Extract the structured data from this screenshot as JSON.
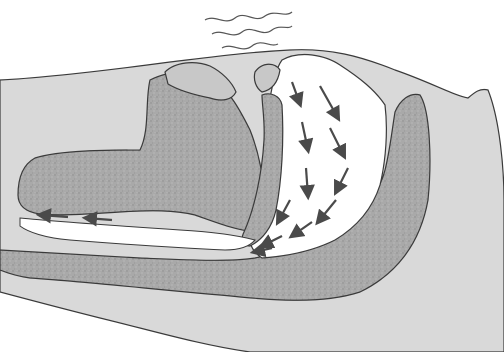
{
  "diagram": {
    "colors": {
      "background": "#ffffff",
      "skin": "#d9d9d9",
      "tissue": "#a8a8a8",
      "airway": "#ffffff",
      "outline": "#3a3a3a",
      "arrow": "#4a4a4a"
    },
    "arrows_inward": 11,
    "arrows_outward": 2,
    "arrow_direction_inward": "down",
    "arrow_direction_outward": "left",
    "sound_waves": 3
  }
}
